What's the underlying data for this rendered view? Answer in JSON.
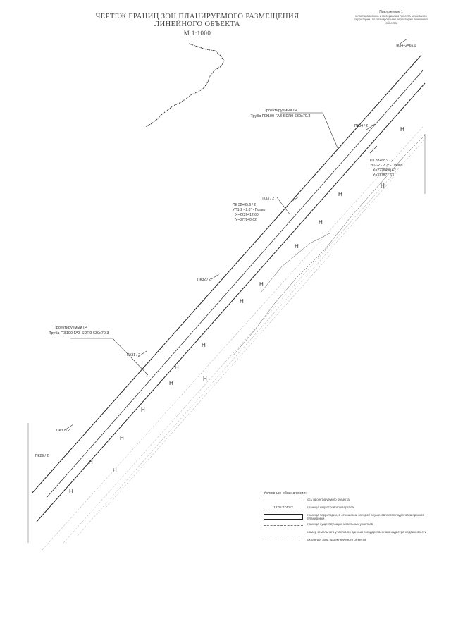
{
  "title": "ЧЕРТЕЖ ГРАНИЦ ЗОН ПЛАНИРУЕМОГО РАЗМЕЩЕНИЯ ЛИНЕЙНОГО ОБЪЕКТА",
  "scale": "М 1:1000",
  "appendix": {
    "heading": "Приложение 1",
    "text": "к постановлению и материалам проекта межевания территории, по планированию территории линейного объекта"
  },
  "pipe_labels": {
    "upper": {
      "line1": "Проектируемый Г4",
      "line2": "Труба ПЭ100 ГАЗ SDR9 630x70.3"
    },
    "lower": {
      "line1": "Проектируемый Г4",
      "line2": "Труба ПЭ100 ГАЗ SDR9 630x70.3"
    }
  },
  "pickets": [
    "ПК34+2=65.0",
    "ПК34 / 2",
    "ПК33 / 2",
    "ПК32 / 2",
    "ПК31 / 2",
    "ПК30 / 2",
    "ПК29 / 2"
  ],
  "point_a": {
    "pk": "ПК 32+85.6 / 2",
    "turn": "УП1-2 - 2.0° - Право",
    "x": "X=2226412.60",
    "y": "Y=377840.62"
  },
  "point_b": {
    "pk": "ПК 33+68.9 / 2",
    "turn": "УП2-2 - 2.7° - Право",
    "x": "X=2226490.62",
    "y": "Y=377871.63"
  },
  "marks": [
    "Н",
    "Н",
    "Н",
    "Н",
    "Н",
    "Н",
    "Н",
    "Н",
    "Н",
    "Н",
    "Н",
    "Н",
    "Н",
    "Н",
    "Н",
    "Н"
  ],
  "legend": {
    "heading": "Условные обозначения:",
    "items": [
      "ось проектируемого объекта",
      "граница кадастрового квартала",
      "граница территории, в отношении которой осуществляется подготовка проекта планировки",
      "граница существующих земельных участков",
      "номер земельного участка по данным государственного кадастра недвижимости",
      "охранная зона проектируемого объекта"
    ],
    "quarter_code": "18:05:074012"
  },
  "colors": {
    "line": "#222222",
    "faint": "#8a8a8a",
    "text": "#333333"
  }
}
